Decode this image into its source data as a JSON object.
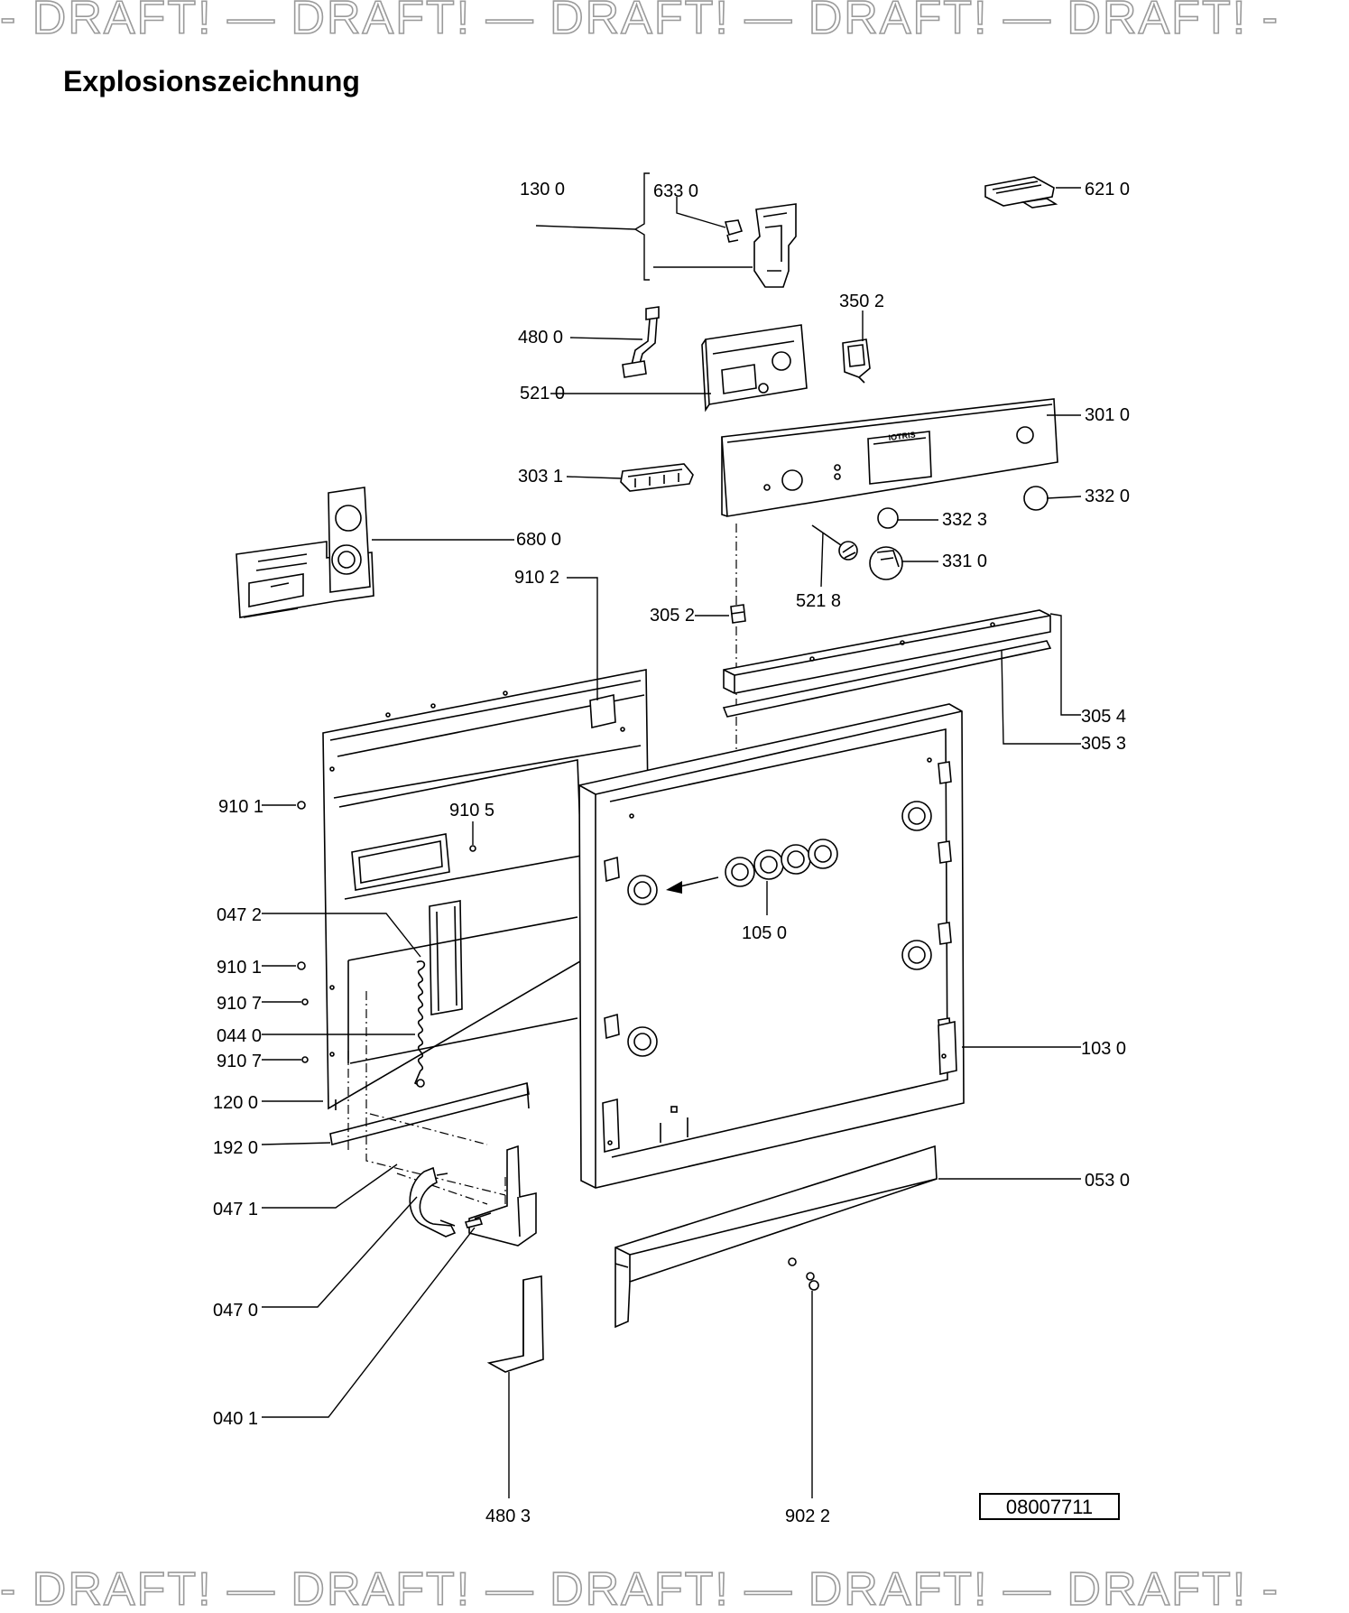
{
  "watermark": "- DRAFT! — DRAFT! — DRAFT! — DRAFT! — DRAFT! -",
  "title": "Explosionszeichnung",
  "reference_number": "08007711",
  "panel_brand": "IOTRIS",
  "labels": {
    "p1300": "130 0",
    "p6330": "633 0",
    "p6210": "621 0",
    "p3502": "350 2",
    "p4800": "480 0",
    "p5210": "521 0",
    "p3010": "301 0",
    "p3031": "303 1",
    "p3320": "332 0",
    "p6800": "680 0",
    "p3323": "332 3",
    "p3310": "331 0",
    "p5218": "521 8",
    "p9102": "910 2",
    "p3052": "305 2",
    "p3054": "305 4",
    "p3053": "305 3",
    "p9101a": "910 1",
    "p9105": "910 5",
    "p0472": "047 2",
    "p1050": "105 0",
    "p9101b": "910 1",
    "p9107a": "910 7",
    "p0440": "044 0",
    "p9107b": "910 7",
    "p1030": "103 0",
    "p1200": "120 0",
    "p1920": "192 0",
    "p0530": "053 0",
    "p0471": "047 1",
    "p0470": "047 0",
    "p0401": "040 1",
    "p4803": "480 3",
    "p9022": "902 2"
  }
}
